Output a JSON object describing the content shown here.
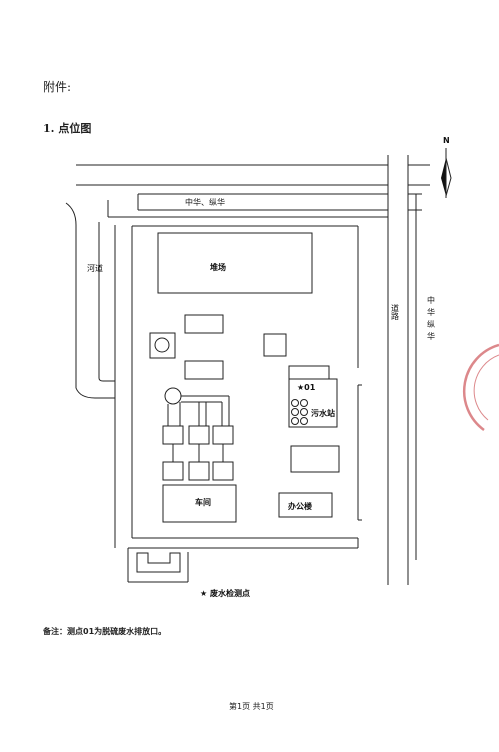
{
  "document": {
    "attachment_label": "附件:",
    "section_title": "1. 点位图",
    "note": "备注：测点01为脱硫废水排放口。",
    "footer": "第1页  共1页"
  },
  "map": {
    "north": "N",
    "road_top": "中华、纵华",
    "river": "河道",
    "stockyard": "堆场",
    "road_vertical": "道路",
    "road_right": "中华纵华",
    "point_01": "★01",
    "sewage_station": "污水站",
    "workshop": "车间",
    "office": "办公楼",
    "legend": "★  废水检测点"
  }
}
